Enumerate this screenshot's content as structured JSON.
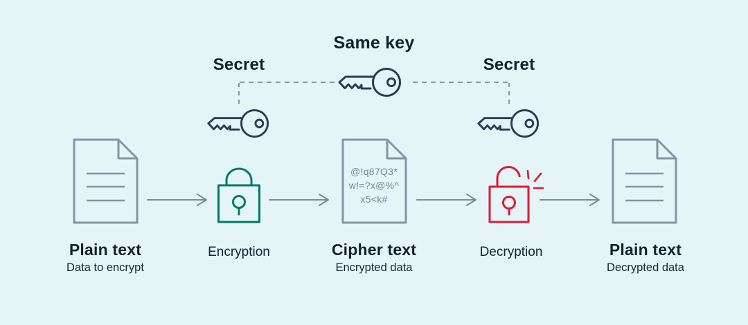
{
  "diagram": {
    "type": "symmetric-encryption-flow",
    "title": "Same key",
    "keys": {
      "left_label": "Secret",
      "right_label": "Secret"
    },
    "nodes": {
      "plain_left": {
        "title": "Plain text",
        "subtitle": "Data to encrypt"
      },
      "encryption": {
        "label": "Encryption"
      },
      "cipher": {
        "title": "Cipher text",
        "subtitle": "Encrypted data",
        "lines": [
          "@!q87Q3*",
          "w!=?x@%^",
          "x5<k#"
        ]
      },
      "decryption": {
        "label": "Decryption"
      },
      "plain_right": {
        "title": "Plain text",
        "subtitle": "Decrypted data"
      }
    },
    "icons": {
      "key": "key-icon",
      "document": "document-icon",
      "cipher_document": "cipher-document-icon",
      "lock_closed": "lock-closed-icon",
      "lock_open": "lock-open-icon",
      "arrow": "arrow-right-icon",
      "sparks": "unlock-sparks-icon"
    },
    "colors": {
      "background": "#e4f4f7",
      "key_navy": "#2b3a58",
      "document_outline": "#8694a5",
      "encryption_teal": "#00796a",
      "decryption_red": "#e11931",
      "arrow_gray": "#7d8994",
      "dash_gray": "#8a97a3",
      "label_black": "#15202b",
      "cipher_text_gray": "#76879b"
    }
  }
}
